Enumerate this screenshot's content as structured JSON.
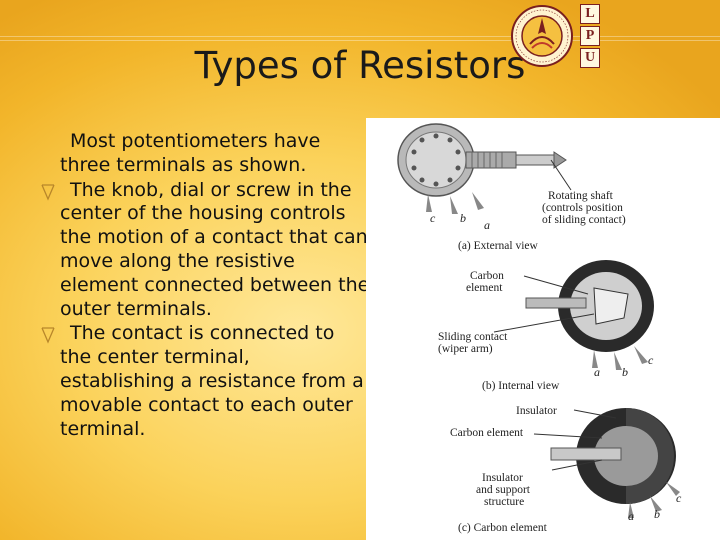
{
  "slide": {
    "title": "Types of Resistors",
    "logo": {
      "letters": [
        "L",
        "P",
        "U"
      ]
    },
    "paragraphs": [
      "Most potentiometers have three terminals as shown.",
      "The knob, dial or screw in the center of the housing controls the motion of a contact that can move along the resistive element connected between the outer terminals.",
      "The contact is connected to the center terminal, establishing a resistance from a movable contact to each outer terminal."
    ]
  },
  "figure": {
    "labels": {
      "rotating_shaft": "Rotating shaft",
      "controls_position": "(controls position",
      "of_sliding_contact": "of sliding contact)",
      "caption_a": "(a)  External view",
      "carbon_element_b1": "Carbon",
      "carbon_element_b2": "element",
      "sliding_contact": "Sliding contact",
      "wiper_arm": "(wiper arm)",
      "caption_b": "(b)  Internal view",
      "insulator": "Insulator",
      "carbon_element_c": "Carbon element",
      "insulator_support_1": "Insulator",
      "insulator_support_2": "and support",
      "insulator_support_3": "structure",
      "caption_c": "(c)  Carbon element",
      "terminal_a": "a",
      "terminal_b": "b",
      "terminal_c": "c"
    }
  },
  "colors": {
    "background_light": "#ffe89a",
    "background_dark": "#e9a51e",
    "bullet": "#b8862a",
    "logo_maroon": "#7a1f1f"
  }
}
